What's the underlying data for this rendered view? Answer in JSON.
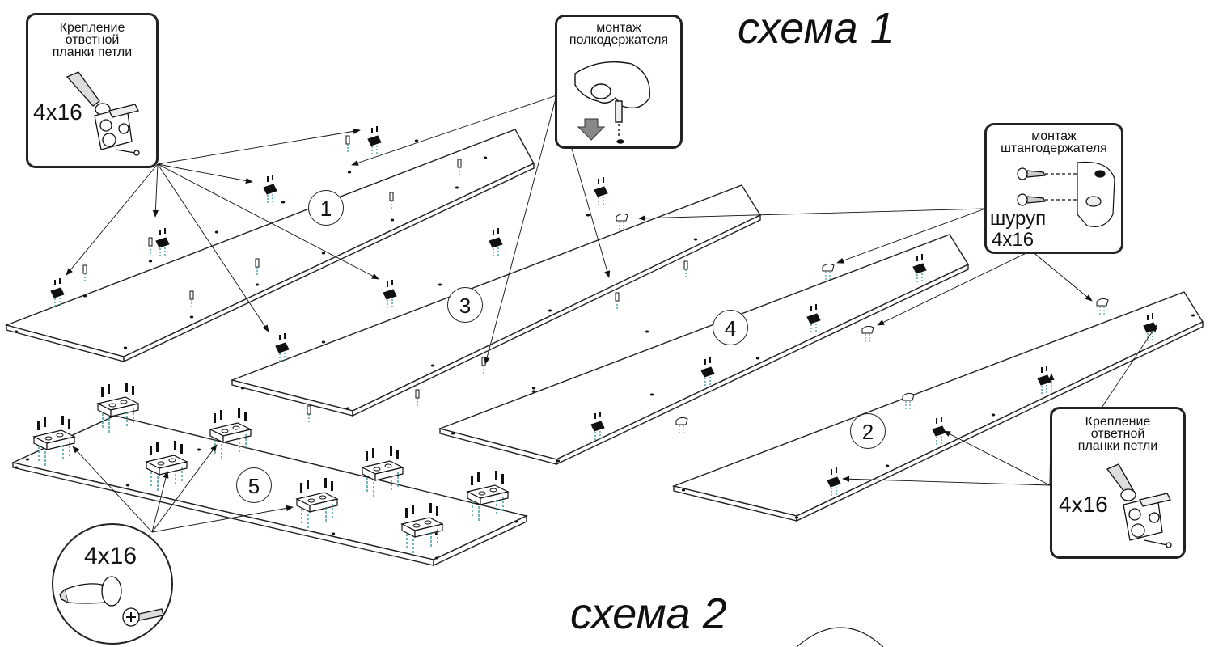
{
  "titles": {
    "scheme1": "схема 1",
    "scheme2": "схема 2"
  },
  "callouts": {
    "hinge_top_left": {
      "lines": [
        "Крепление",
        "ответной",
        "планки петли"
      ],
      "screw_size": "4x16"
    },
    "shelf_support": {
      "lines": [
        "монтаж",
        "полкодержателя"
      ]
    },
    "rod_holder": {
      "lines": [
        "монтаж",
        "штангодержателя"
      ],
      "screw_label": "шуруп",
      "screw_size": "4x16"
    },
    "hinge_right": {
      "lines": [
        "Крепление",
        "ответной",
        "планки петли"
      ],
      "screw_size": "4x16"
    },
    "screw_circle": {
      "screw_size": "4x16"
    }
  },
  "panels": [
    {
      "number": "1"
    },
    {
      "number": "3"
    },
    {
      "number": "4"
    },
    {
      "number": "2"
    },
    {
      "number": "5"
    }
  ],
  "colors": {
    "line": "#222222",
    "dowel": "#2a8f8f",
    "hardware": "#111111"
  }
}
